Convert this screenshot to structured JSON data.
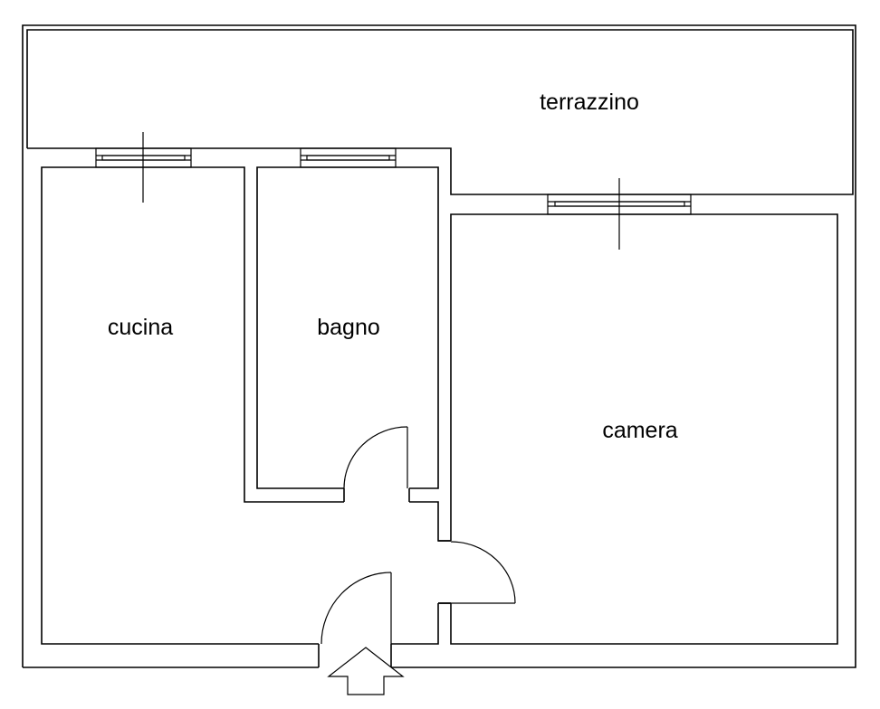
{
  "plan": {
    "rooms": {
      "terrace": "terrazzino",
      "kitchen": "cucina",
      "bathroom": "bagno",
      "bedroom": "camera"
    },
    "line_color": "#000000",
    "background_color": "#ffffff"
  }
}
